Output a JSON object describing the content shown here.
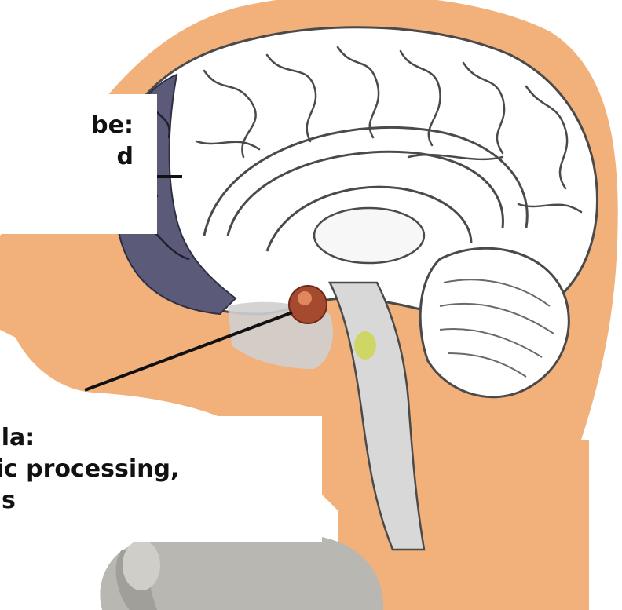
{
  "labels": {
    "frontal_lobe": {
      "line1": "be:",
      "line2": "d"
    },
    "amygdala": {
      "line1": "dala:",
      "line2": "atic processing,",
      "line3": "ons"
    }
  },
  "colors": {
    "skin": "#f2b07a",
    "brain": "#ffffff",
    "brain_outline": "#4a4a4a",
    "frontal_lobe": "#5b5a79",
    "amygdala": "#a64a2f",
    "brainstem": "#d8d8d8",
    "elephant": "#b9b7b1"
  },
  "icons": {
    "brain": "brain-illustration",
    "elephant": "elephant-image"
  }
}
